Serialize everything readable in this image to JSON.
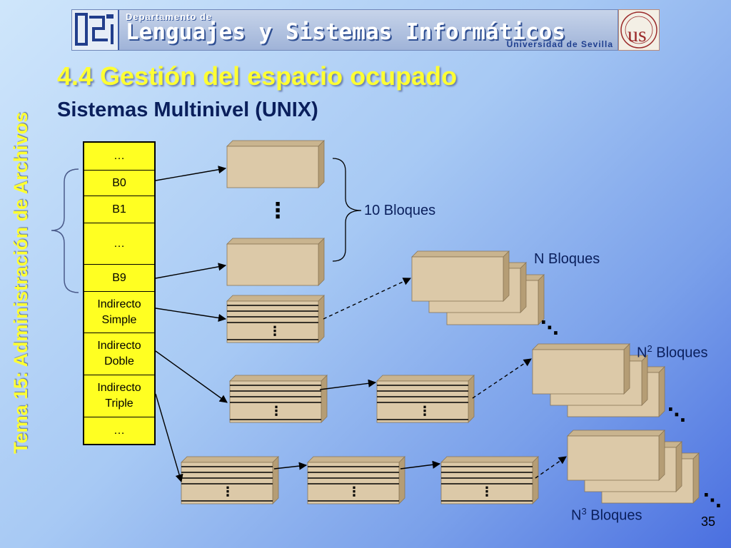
{
  "header": {
    "dept_small": "Departamento de",
    "dept_name": "Lenguajes y Sistemas Informáticos",
    "university": "Universidad de Sevilla",
    "seal_letters": "us"
  },
  "slide": {
    "title": "4.4 Gestión del espacio ocupado",
    "subtitle": "Sistemas Multinivel (UNIX)",
    "side_title": "Tema 15: Administración de Archivos",
    "page_number": "35"
  },
  "inode": {
    "cells": [
      "…",
      "B0",
      "B1",
      "…",
      "B9",
      "Indirecto\nSimple",
      "Indirecto\nDoble",
      "Indirecto\nTriple",
      "…"
    ]
  },
  "labels": {
    "direct": "10 Bloques",
    "single": "N Bloques",
    "double_base": "N",
    "double_exp": "2",
    "double_rest": " Bloques",
    "triple_base": "N",
    "triple_exp": "3",
    "triple_rest": " Bloques"
  },
  "glyphs": {
    "vdots": "⋮",
    "hdots": "⋯",
    "ddots": "⋱"
  },
  "colors": {
    "cell_fill": "#ffff22",
    "block_front": "#dcc9a8",
    "block_top": "#c9b48f",
    "block_side": "#b59d75",
    "title": "#ffff33",
    "text": "#0a1f5c"
  }
}
